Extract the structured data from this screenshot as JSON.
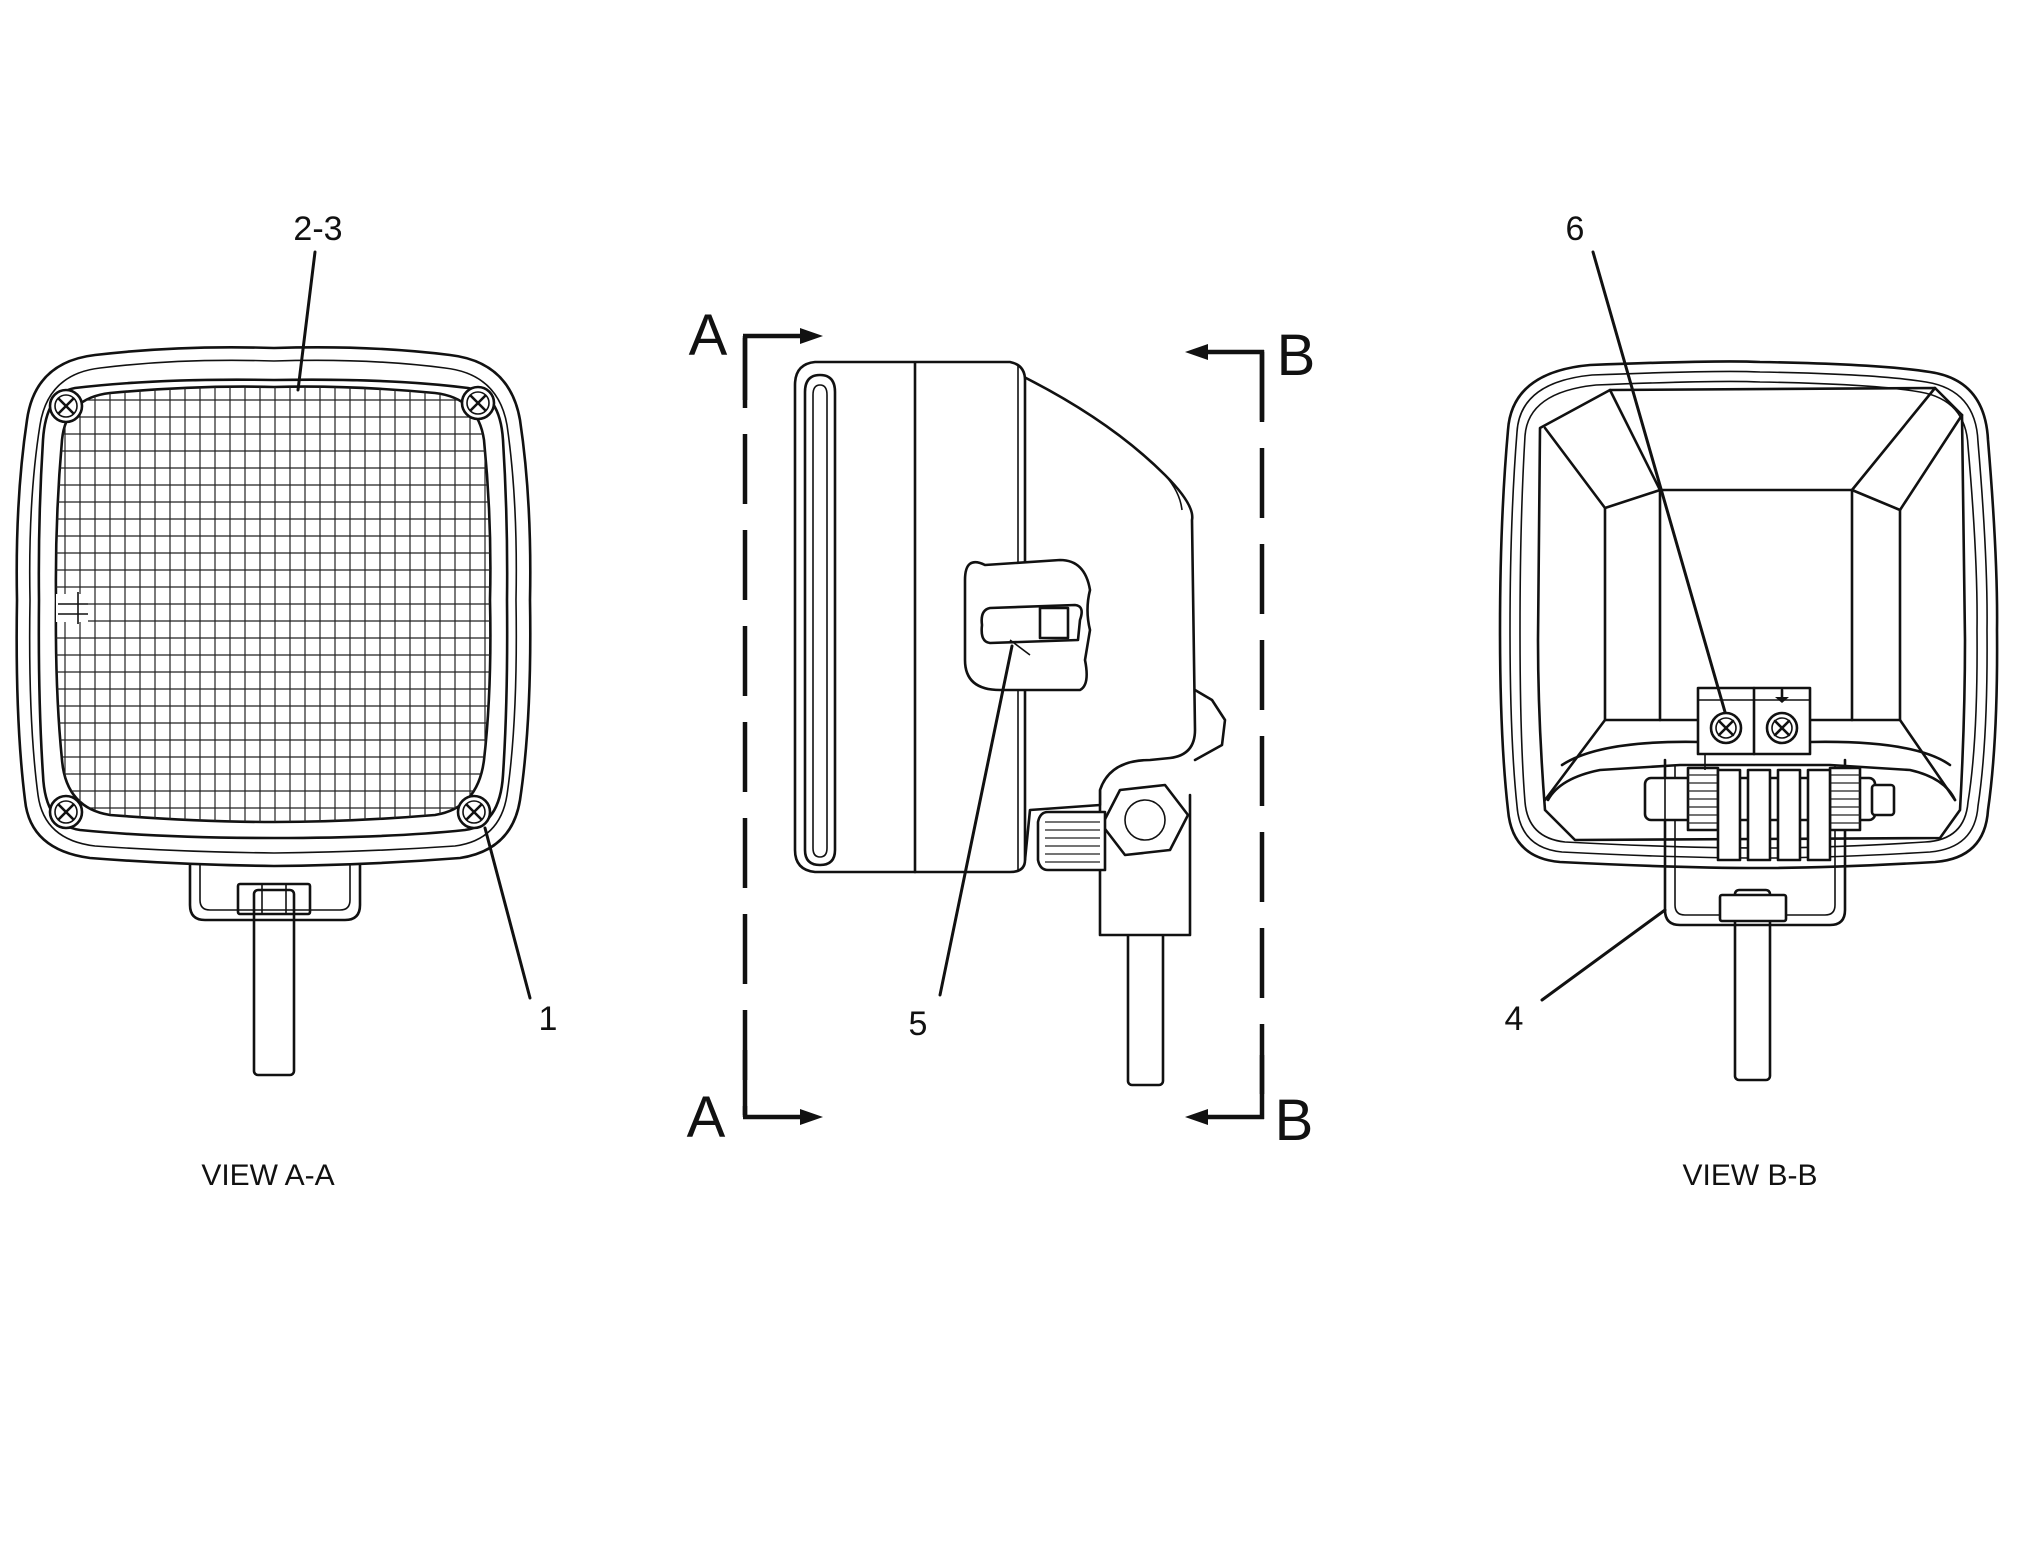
{
  "callouts": {
    "c23": "2-3",
    "c1": "1",
    "c5": "5",
    "c6": "6",
    "c4": "4"
  },
  "section_marks": {
    "a_top": "A",
    "a_bottom": "A",
    "b_top": "B",
    "b_bottom": "B"
  },
  "captions": {
    "view_aa": "VIEW A-A",
    "view_bb": "VIEW B-B"
  },
  "colors": {
    "line": "#111111",
    "background": "#ffffff"
  }
}
